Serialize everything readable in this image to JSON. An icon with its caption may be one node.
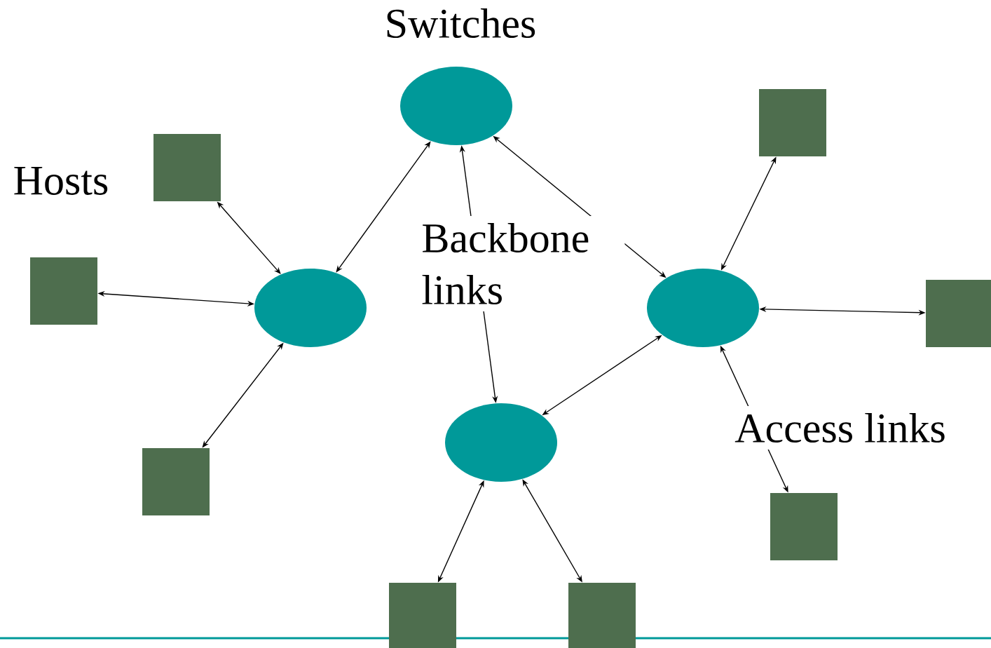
{
  "diagram": {
    "nodes": [
      {
        "text": [],
        "shape": "box"
      },
      {
        "text": [],
        "shape": "box"
      },
      {
        "text": [],
        "shape": "box"
      },
      {
        "text": [],
        "shape": "ellipse"
      },
      {
        "text": [],
        "shape": "box"
      },
      {
        "text": [],
        "shape": "ellipse"
      },
      {
        "text": [],
        "shape": "ellipse"
      },
      {
        "text": [],
        "shape": "box"
      },
      {
        "text": [],
        "shape": "ellipse"
      },
      {
        "text": [],
        "shape": "box"
      },
      {
        "text": [],
        "shape": "box"
      },
      {
        "text": [],
        "shape": "box"
      }
    ],
    "edges": [
      {
        "from": 1,
        "to": 3,
        "arrow": "both"
      },
      {
        "from": 0,
        "to": 3,
        "arrow": "both"
      },
      {
        "from": 2,
        "to": 3,
        "arrow": "both"
      },
      {
        "from": 3,
        "to": 5,
        "arrow": "both"
      },
      {
        "from": 5,
        "to": 8,
        "arrow": "both"
      },
      {
        "from": 5,
        "to": 6,
        "arrow": "both"
      },
      {
        "from": 6,
        "to": 8,
        "arrow": "both"
      },
      {
        "from": 6,
        "to": 4,
        "arrow": "both"
      },
      {
        "from": 6,
        "to": 7,
        "arrow": "both"
      },
      {
        "from": 8,
        "to": 9,
        "arrow": "both"
      },
      {
        "from": 8,
        "to": 11,
        "arrow": "both"
      },
      {
        "from": 8,
        "to": 10,
        "arrow": "both"
      }
    ],
    "labels": [
      "Switches",
      "Hosts",
      "Backbone links",
      "Access links"
    ]
  }
}
